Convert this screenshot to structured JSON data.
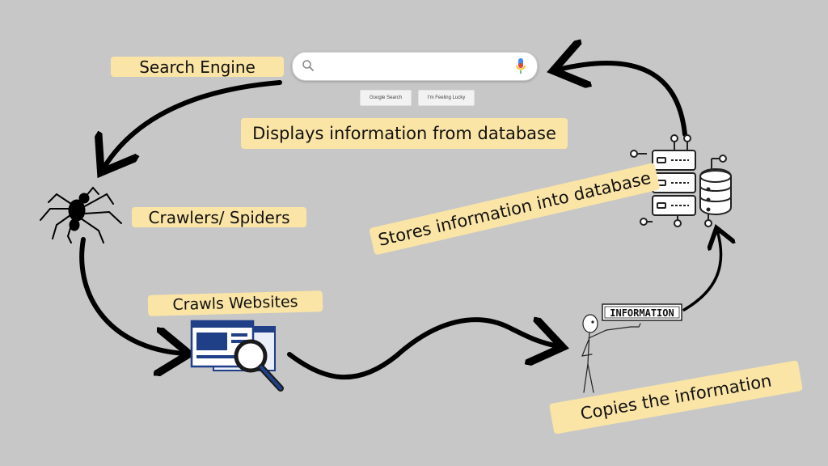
{
  "labels": {
    "search_engine": "Search Engine",
    "displays": "Displays information from database",
    "crawlers": "Crawlers/ Spiders",
    "crawls_websites": "Crawls Websites",
    "stores": "Stores information into database",
    "copies": "Copies the information",
    "information_sign": "INFORMATION"
  },
  "search_widget": {
    "query": "",
    "google_search_label": "Google Search",
    "lucky_label": "I'm Feeling Lucky"
  },
  "colors": {
    "background": "#c7c7c7",
    "label_highlight": "#fbe5a6",
    "arrow": "#000000",
    "window_blue": "#1f3f86",
    "mic_blue": "#4285f4",
    "mic_red": "#ea4335"
  },
  "icons": [
    "search-icon",
    "mic-icon",
    "spider-icon",
    "website-magnifier-icon",
    "stick-figure-icon",
    "database-server-icon"
  ]
}
